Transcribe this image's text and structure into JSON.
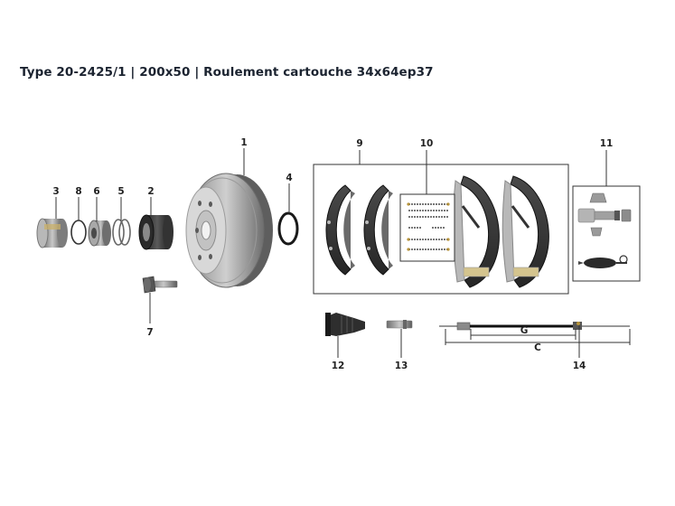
{
  "title": "Type 20-2425/1 | 200x50 | Roulement cartouche 34x64ep37",
  "parts": [
    {
      "number": "1",
      "name": "brake-drum"
    },
    {
      "number": "2",
      "name": "bearing-cartridge"
    },
    {
      "number": "3",
      "name": "hub-cap"
    },
    {
      "number": "4",
      "name": "o-ring"
    },
    {
      "number": "5",
      "name": "circlip"
    },
    {
      "number": "6",
      "name": "axle-nut"
    },
    {
      "number": "7",
      "name": "wheel-bolt"
    },
    {
      "number": "8",
      "name": "seal-ring"
    },
    {
      "number": "9",
      "name": "brake-shoes"
    },
    {
      "number": "10",
      "name": "spring-kit"
    },
    {
      "number": "11",
      "name": "adjuster-kit"
    },
    {
      "number": "12",
      "name": "cable-bellows"
    },
    {
      "number": "13",
      "name": "cable-sleeve"
    },
    {
      "number": "14",
      "name": "brake-cable"
    }
  ],
  "dimensions": {
    "g": "G",
    "c": "C"
  }
}
